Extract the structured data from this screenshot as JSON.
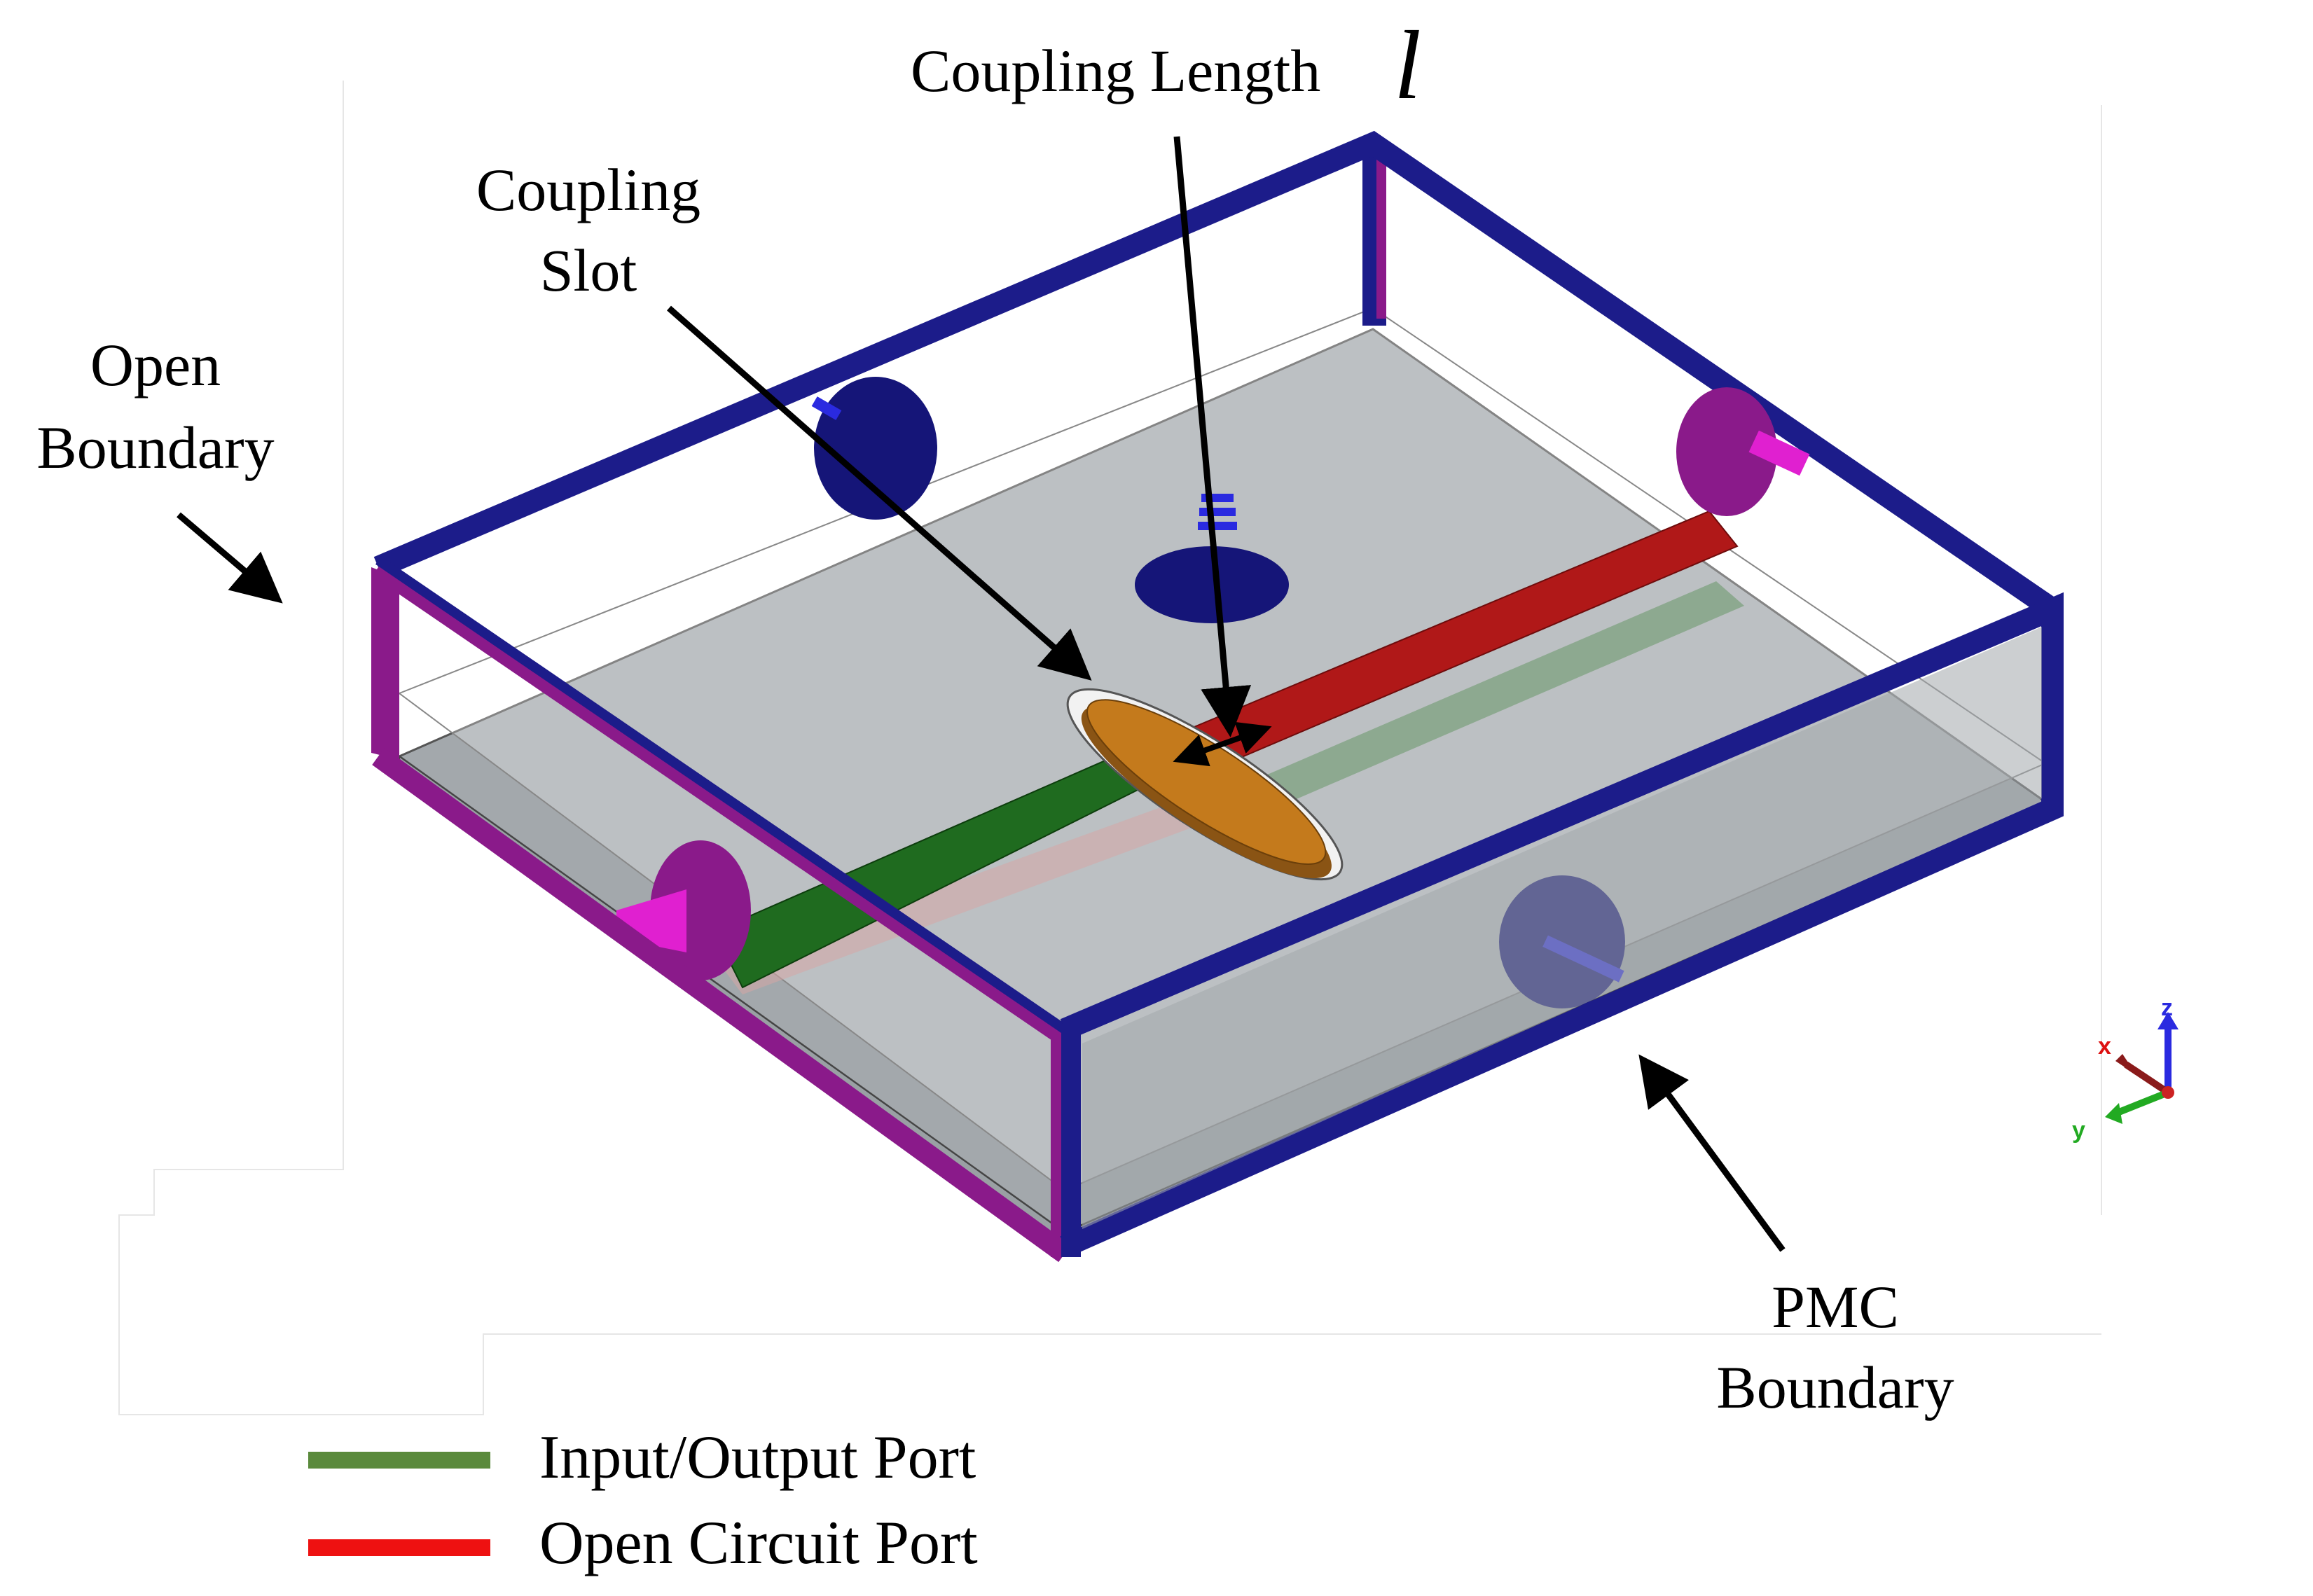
{
  "annotations": {
    "coupling_length": "Coupling Length",
    "coupling_length_symbol": "l",
    "coupling_slot_line1": "Coupling",
    "coupling_slot_line2": "Slot",
    "open_boundary_line1": "Open",
    "open_boundary_line2": "Boundary",
    "pmc_boundary_line1": "PMC",
    "pmc_boundary_line2": "Boundary"
  },
  "legend": [
    {
      "label": "Input/Output Port",
      "color": "#5a8a3c"
    },
    {
      "label": "Open Circuit Port",
      "color": "#ee1111"
    }
  ],
  "axes_triad": {
    "x": "x",
    "y": "y",
    "z": "z"
  },
  "colors": {
    "pmc_frame": "#1c1c8a",
    "open_frame": "#8a1a8a",
    "input_strip": "#1f6b1f",
    "open_strip": "#b01818",
    "slot": "#c47a1c",
    "floor": "#9ca2a6"
  }
}
